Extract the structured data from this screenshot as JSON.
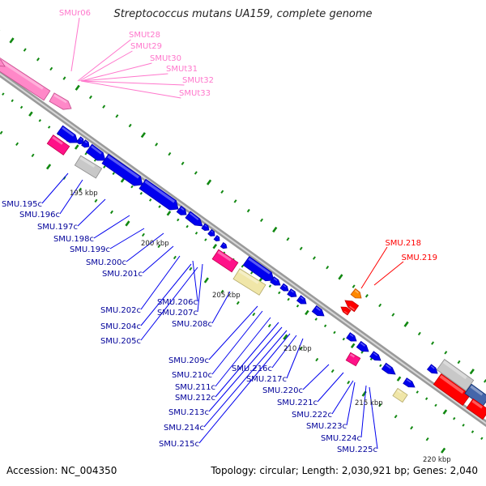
{
  "title": "Streptococcus mutans UA159, complete genome",
  "footer": {
    "accession": "Accession: NC_004350",
    "summary": "Topology: circular; Length: 2,030,921 bp; Genes: 2,040"
  },
  "colors": {
    "cds": "#0000ee",
    "rna": "#ff88c8",
    "rna_label": "#ff77cc",
    "cds_label": "#000099",
    "highlight": "#ff0000",
    "magenta": "#ff1188",
    "beige": "#f0e6a8",
    "gray": "#c8c8c8",
    "orange": "#ff8800",
    "tick": "#118811",
    "backbone": "#888888"
  },
  "kbp_labels": [
    "195 kbp",
    "200 kbp",
    "205 kbp",
    "210 kbp",
    "215 kbp",
    "220 kbp"
  ],
  "rna_genes": [
    "SMUr06",
    "SMUt28",
    "SMUt29",
    "SMUt30",
    "SMUt31",
    "SMUt32",
    "SMUt33"
  ],
  "highlight_genes": [
    "SMU.218",
    "SMU.219"
  ],
  "cds_genes": [
    "SMU.195c",
    "SMU.196c",
    "SMU.197c",
    "SMU.198c",
    "SMU.199c",
    "SMU.200c",
    "SMU.201c",
    "SMU.202c",
    "SMU.206c",
    "SMU.204c",
    "SMU.207c",
    "SMU.205c",
    "SMU.208c",
    "SMU.209c",
    "SMU.210c",
    "SMU.216c",
    "SMU.211c",
    "SMU.217c",
    "SMU.212c",
    "SMU.220c",
    "SMU.213c",
    "SMU.221c",
    "SMU.222c",
    "SMU.214c",
    "SMU.223c",
    "SMU.215c",
    "SMU.224c",
    "SMU.225c"
  ]
}
